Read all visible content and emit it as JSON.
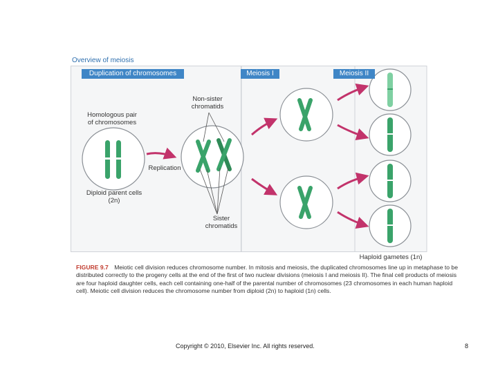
{
  "figure": {
    "title": "Overview of meiosis",
    "panels": {
      "duplication": "Duplication of chromosomes",
      "meiosis1": "Meiosis I",
      "meiosis2": "Meiosis II"
    },
    "labels": {
      "homologous_line1": "Homologous pair",
      "homologous_line2": "of chromosomes",
      "diploid_line1": "Diploid parent cells",
      "diploid_line2": "(2n)",
      "replication": "Replication",
      "nonsister_line1": "Non-sister",
      "nonsister_line2": "chromatids",
      "sister_line1": "Sister",
      "sister_line2": "chromatids",
      "haploid": "Haploid gametes (1n)"
    },
    "colors": {
      "chromosome": "#3aa36a",
      "chromosome_light": "#7fd0a2",
      "arrow": "#c2336b",
      "panel_label_bg": "#3f86c6",
      "panel_border": "#d0d3d8"
    }
  },
  "caption": {
    "label": "FIGURE 9.7",
    "text": "Meiotic cell division reduces chromosome number. In mitosis and meiosis, the duplicated chromosomes line up in metaphase to be distributed correctly to the progeny cells at the end of the first of two nuclear divisions (meiosis I and meiosis II). The final cell products of meiosis are four haploid daughter cells, each cell containing one-half of the parental number of chromosomes (23 chromosomes in each human haploid cell). Meiotic cell division reduces the chromosome number from diploid (2n) to haploid (1n) cells."
  },
  "footer": {
    "copyright": "Copyright © 2010, Elsevier Inc. All rights reserved.",
    "page_number": "8"
  }
}
